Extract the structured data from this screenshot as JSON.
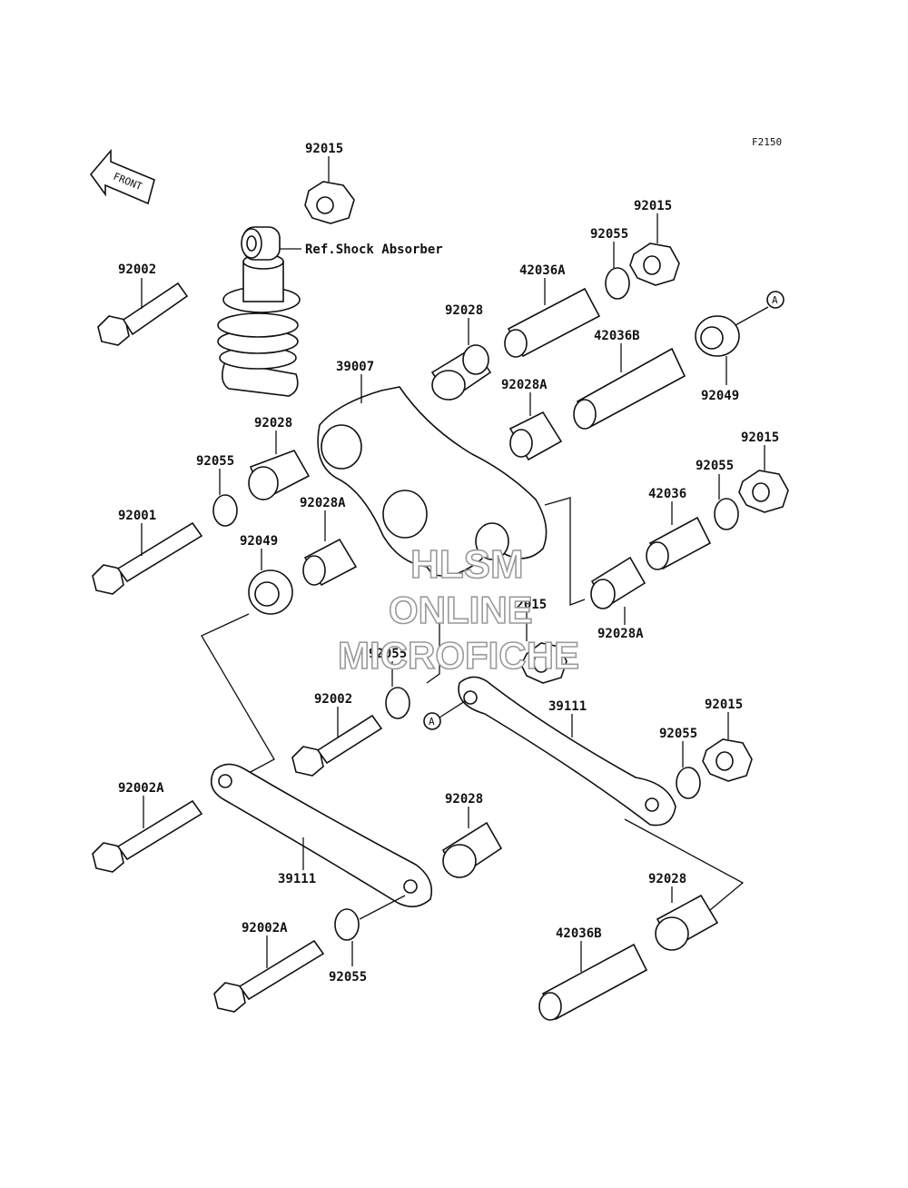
{
  "figure_code": "F2150",
  "front_label": "FRONT",
  "ref_label": "Ref.Shock Absorber",
  "callout_a": "A",
  "watermark": {
    "line1": "HLSM",
    "line2": "ONLINE",
    "line3": "MICROFICHE"
  },
  "parts": {
    "nut_top": "92015",
    "bolt_top_left": "92002",
    "sleeve_42036a": "42036A",
    "oring_top_right": "92055",
    "nut_top_right": "92015",
    "collar_top": "92028",
    "sleeve_42036b_top": "42036B",
    "collar_92049_right": "92049",
    "rocker_arm": "39007",
    "collar_92028a_top": "92028A",
    "collar_left": "92028",
    "oring_left": "92055",
    "nut_right_mid": "92015",
    "oring_right_mid": "92055",
    "sleeve_42036": "42036",
    "bolt_left_mid": "92001",
    "collar_92028a_left": "92028A",
    "collar_92049_left": "92049",
    "collar_92028a_right": "92028A",
    "nut_center": "92015",
    "oring_center": "92055",
    "bolt_center": "92002",
    "tie_rod_right": "39111",
    "nut_lower_right": "92015",
    "oring_lower_right": "92055",
    "bolt_92002a_left": "92002A",
    "collar_lower_center": "92028",
    "tie_rod_left": "39111",
    "collar_lower_right": "92028",
    "bolt_92002a_bottom": "92002A",
    "sleeve_42036b_bottom": "42036B",
    "oring_bottom": "92055"
  }
}
